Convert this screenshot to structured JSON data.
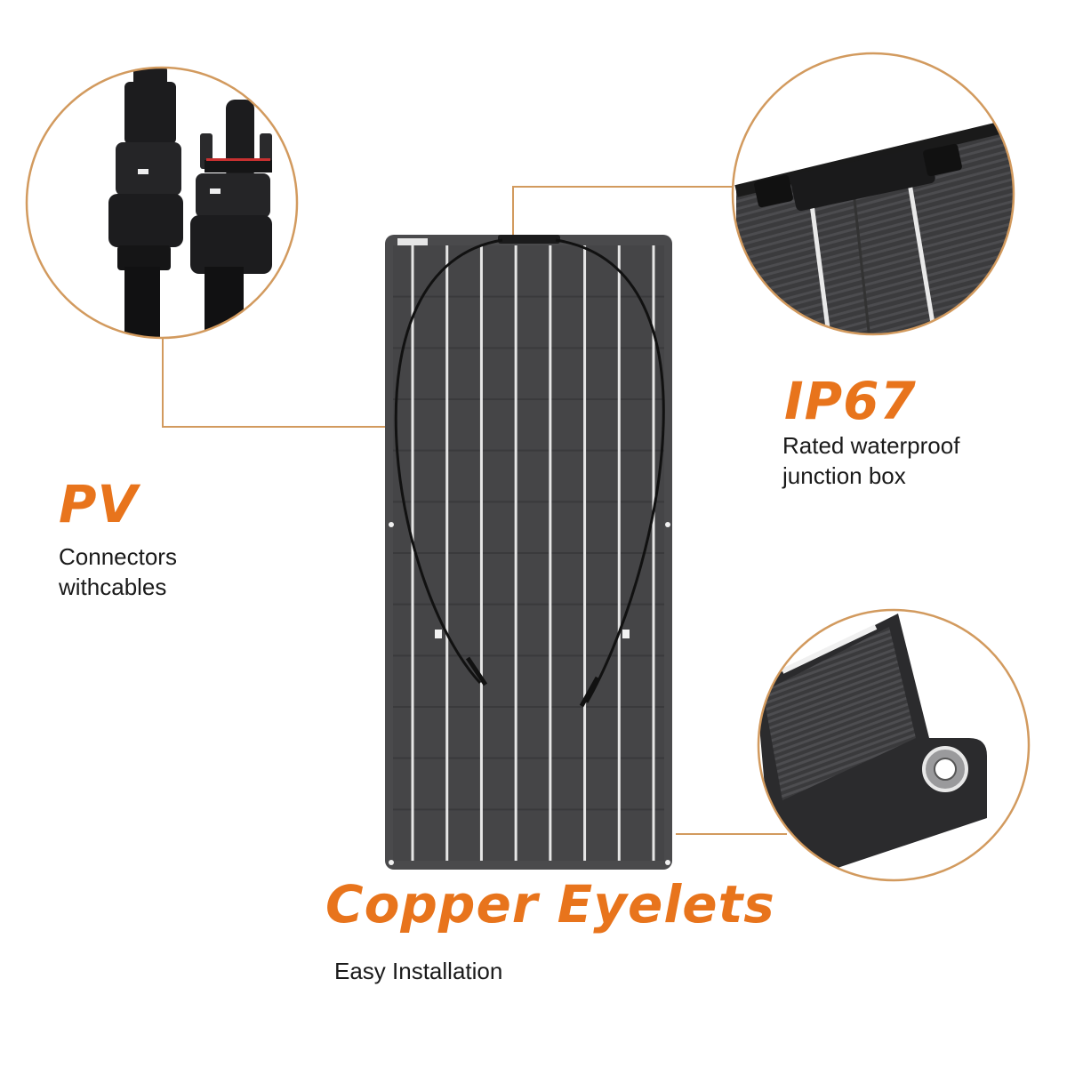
{
  "colors": {
    "accent": "#e8741c",
    "panel": "#4a4a4c",
    "panel_dark": "#262628",
    "busbar": "#e6e6e6",
    "leader_line": "#d29a5e"
  },
  "callouts": {
    "pv": {
      "title": "PV",
      "lines": [
        "Connectors",
        "withcables"
      ]
    },
    "ip67": {
      "title": "IP67",
      "lines": [
        "Rated waterproof",
        "junction box"
      ]
    },
    "eyelets": {
      "title": "Copper Eyelets",
      "lines": [
        "Easy Installation"
      ]
    }
  },
  "panel": {
    "busbar_columns": 8,
    "cell_rows": 12
  }
}
